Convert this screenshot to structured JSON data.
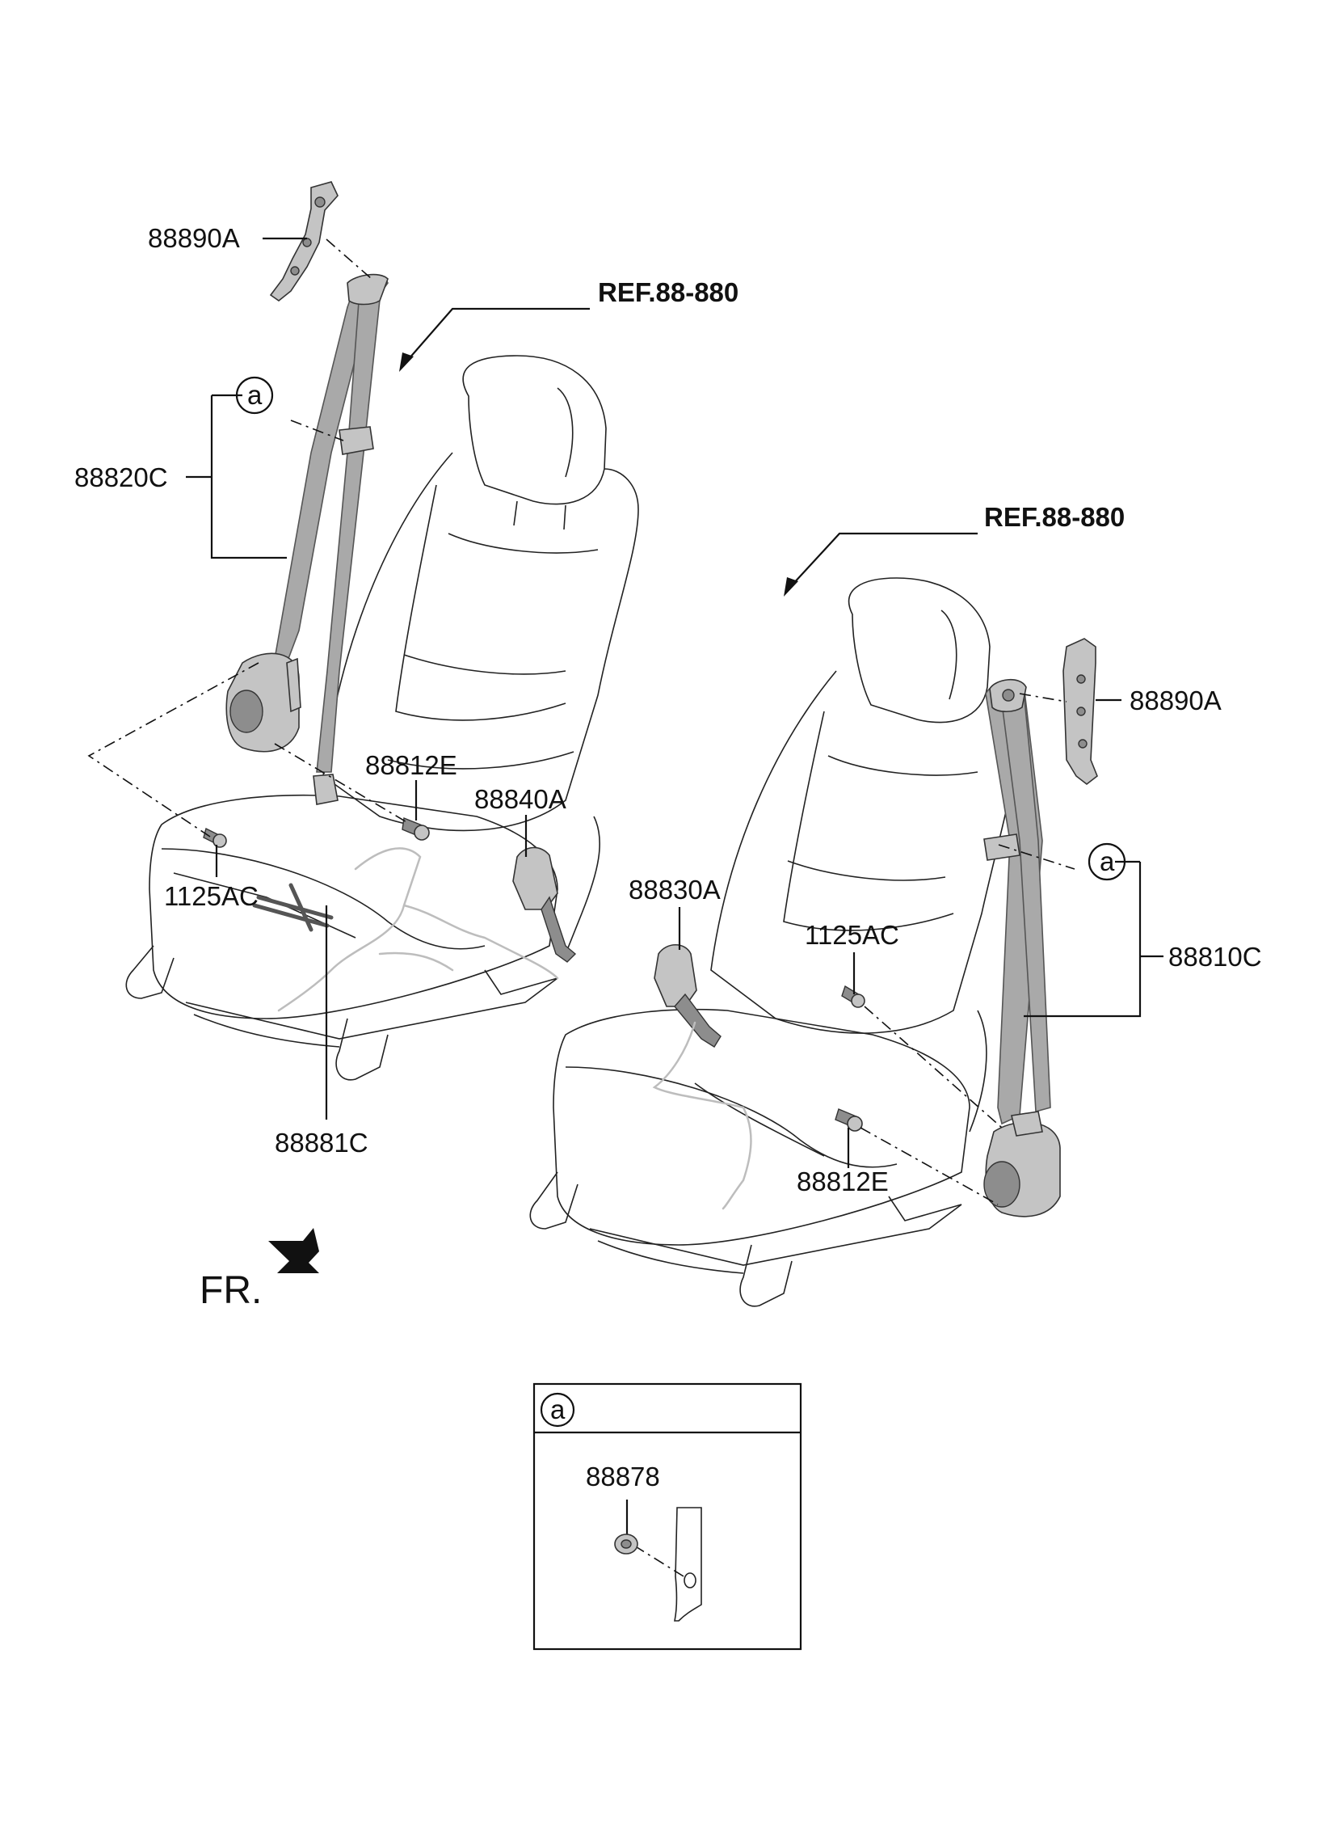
{
  "diagram": {
    "references": [
      "REF.88-880",
      "REF.88-880"
    ],
    "direction_label": "FR.",
    "left_seat_labels": {
      "upper_anchor": "88890A",
      "belt_assembly": "88820C",
      "callout_a": "a",
      "bolt_upper": "88812E",
      "buckle": "88840A",
      "bolt_lower": "1125AC",
      "wiring": "88881C"
    },
    "right_seat_labels": {
      "upper_anchor": "88890A",
      "callout_a": "a",
      "belt_assembly": "88810C",
      "bolt": "1125AC",
      "buckle": "88830A",
      "bolt_lower": "88812E"
    },
    "detail_box": {
      "callout": "a",
      "part": "88878"
    }
  }
}
